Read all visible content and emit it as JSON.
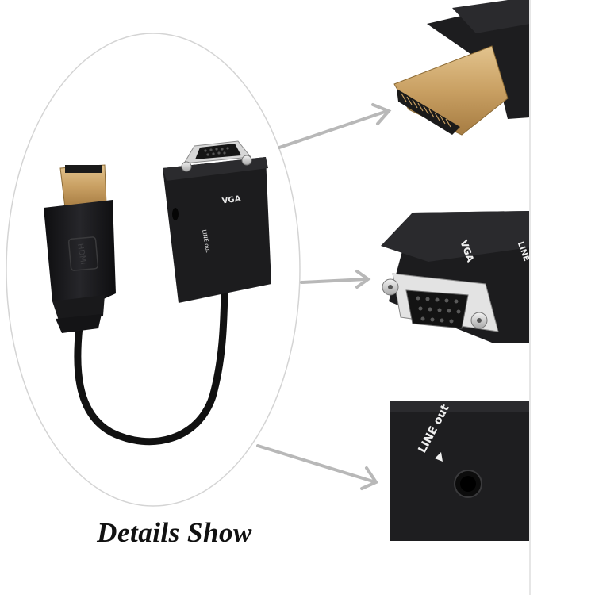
{
  "caption": "Details Show",
  "labels": {
    "main_vga": "VGA",
    "main_line": "LINE out",
    "main_hdmi": "HDMI",
    "detail_vga": "VGA",
    "detail_vga_side": "LINE",
    "detail_line": "LINE out"
  },
  "colors": {
    "body": "#1d1d1f",
    "body_light": "#2c2c2e",
    "gold": "#c9a063",
    "arrow": "#b5b5b5",
    "oval": "#cfcfcf"
  }
}
